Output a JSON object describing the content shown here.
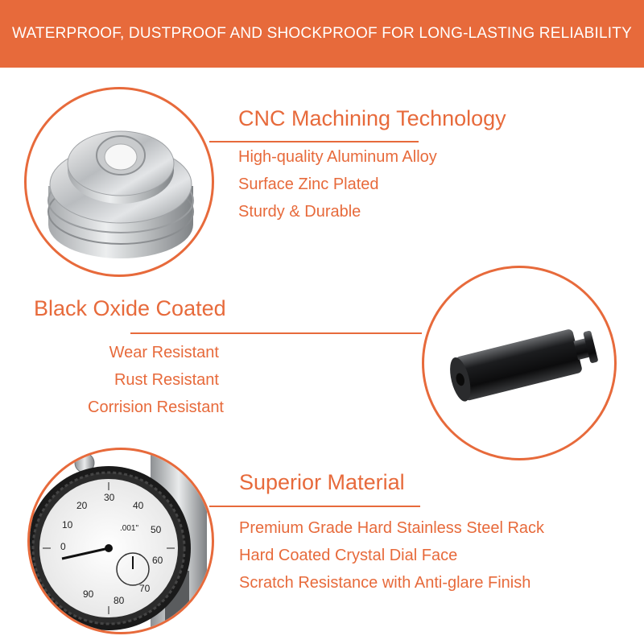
{
  "banner": {
    "text": "WATERPROOF, DUSTPROOF AND SHOCKPROOF FOR LONG-LASTING RELIABILITY"
  },
  "accent_color": "#e76a3b",
  "sections": [
    {
      "heading": "CNC Machining Technology",
      "items": [
        "High-quality Aluminum Alloy",
        "Surface Zinc Plated",
        "Sturdy & Durable"
      ],
      "image": "aluminum-pulley-image"
    },
    {
      "heading": "Black Oxide Coated",
      "items": [
        "Wear Resistant",
        "Rust Resistant",
        "Corrision Resistant"
      ],
      "image": "black-cylinder-pin-image"
    },
    {
      "heading": "Superior Material",
      "items": [
        "Premium Grade Hard Stainless Steel Rack",
        "Hard Coated Crystal Dial Face",
        "Scratch Resistance with Anti-glare Finish"
      ],
      "image": "dial-indicator-image"
    }
  ],
  "dial": {
    "numbers": [
      "0",
      "10",
      "20",
      "30",
      "40",
      "50",
      "60",
      "70",
      "80",
      "90"
    ],
    "unit": ".001\""
  }
}
